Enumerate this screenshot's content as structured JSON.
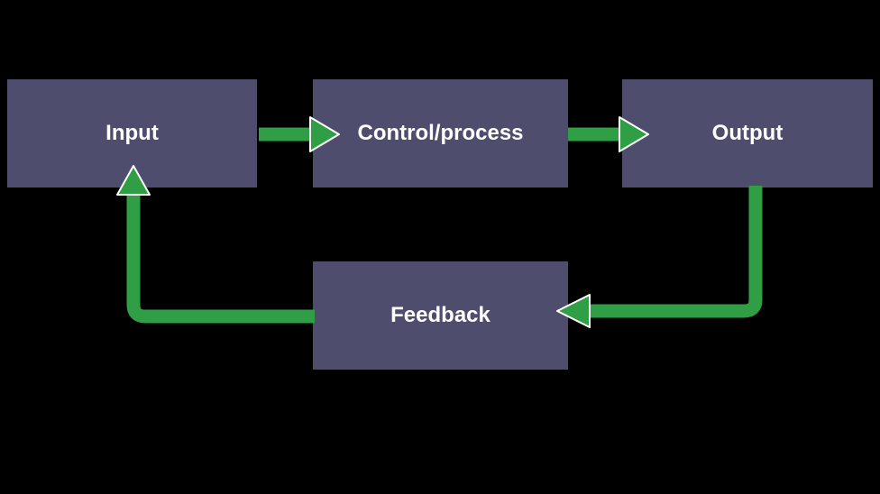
{
  "diagram": {
    "nodes": {
      "input": {
        "label": "Input"
      },
      "control": {
        "label": "Control/process"
      },
      "output": {
        "label": "Output"
      },
      "feedback": {
        "label": "Feedback"
      }
    },
    "edges": [
      {
        "from": "Input",
        "to": "Control/process"
      },
      {
        "from": "Control/process",
        "to": "Output"
      },
      {
        "from": "Output",
        "to": "Feedback"
      },
      {
        "from": "Feedback",
        "to": "Input"
      }
    ],
    "colors": {
      "background": "#000000",
      "node_fill": "#4f4d6d",
      "node_text": "#ffffff",
      "arrow": "#2f9e44",
      "arrowhead_outline": "#ffffff"
    }
  }
}
